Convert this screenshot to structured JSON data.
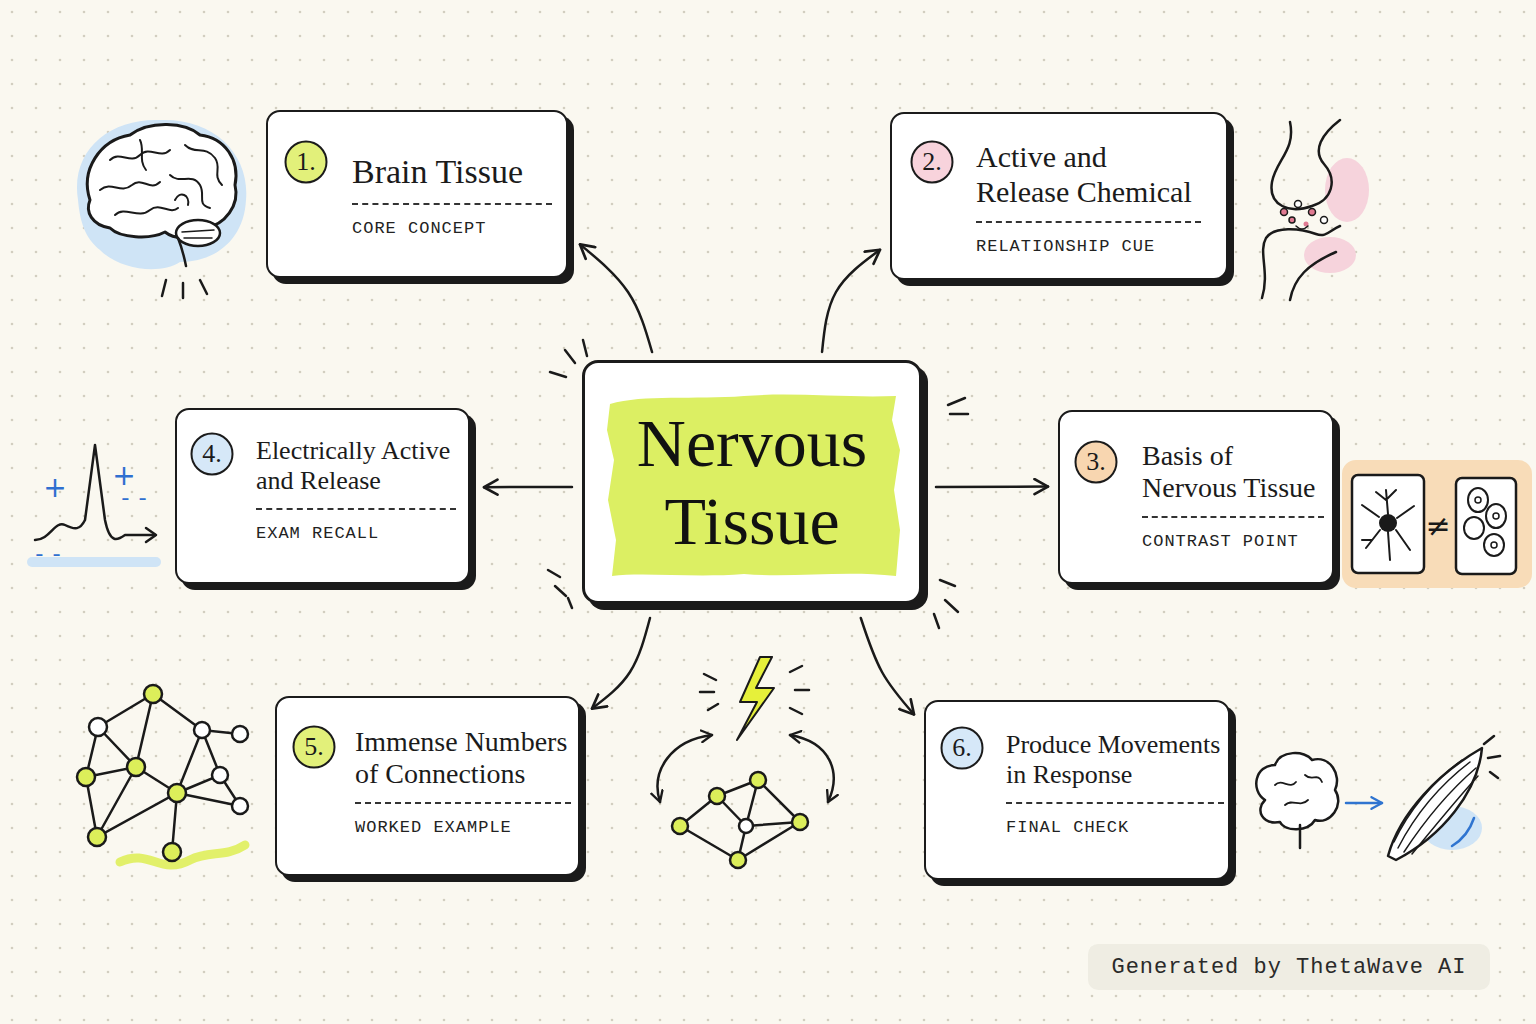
{
  "diagram": {
    "nodes": [
      {
        "text": [
          "Brain Tissue",
          "CORE CONCEPT"
        ]
      },
      {
        "text": [
          "1."
        ],
        "in": 0
      },
      {
        "text": [
          "Active and Release Chemical",
          "RELATIONSHIP CUE"
        ]
      },
      {
        "text": [
          "2."
        ],
        "in": 2
      },
      {
        "text": [
          "Electrically Active and Release",
          "EXAM RECALL"
        ]
      },
      {
        "text": [
          "4."
        ],
        "in": 4
      },
      {
        "text": [
          "Nervous Tissue"
        ]
      },
      {
        "text": [
          "Basis of Nervous Tissue",
          "CONTRAST POINT"
        ]
      },
      {
        "text": [
          "3."
        ],
        "in": 7
      },
      {
        "text": [
          "Immense Numbers of Connections",
          "WORKED EXAMPLE"
        ]
      },
      {
        "text": [
          "5."
        ],
        "in": 9
      },
      {
        "text": [
          "Produce Movements in Response",
          "FINAL CHECK"
        ]
      },
      {
        "text": [
          "6."
        ],
        "in": 11
      }
    ],
    "edges": [
      {
        "from": 6,
        "to": 0,
        "arrow": "to"
      },
      {
        "from": 6,
        "to": 2,
        "arrow": "to"
      },
      {
        "from": 6,
        "to": 4,
        "arrow": "to"
      },
      {
        "from": 6,
        "to": 7,
        "arrow": "to"
      },
      {
        "from": 6,
        "to": 9,
        "arrow": "to"
      },
      {
        "from": 6,
        "to": 11,
        "arrow": "to"
      }
    ],
    "labels": [
      "+",
      "+",
      "--",
      "--",
      "≠",
      "Generated by ThetaWave AI"
    ]
  }
}
